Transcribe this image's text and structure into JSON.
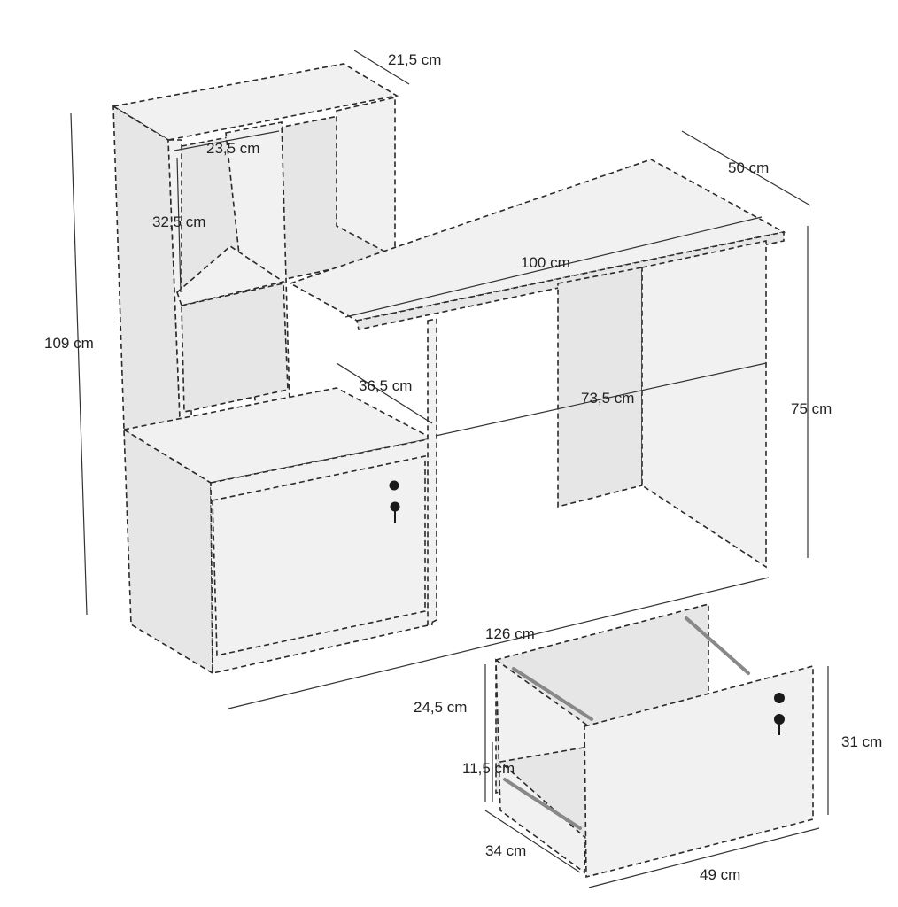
{
  "dimensions": {
    "shelf_depth": "21,5 cm",
    "cube_width": "23,5 cm",
    "cube_height": "32,5 cm",
    "total_height": "109 cm",
    "desk_depth": "50 cm",
    "desk_width": "100 cm",
    "cabinet_top_depth": "36,5 cm",
    "leg_span": "73,5 cm",
    "desk_height": "75 cm",
    "total_width": "126 cm",
    "drawer_inner_height": "24,5 cm",
    "drawer_low_height": "11,5 cm",
    "drawer_front_height": "31 cm",
    "drawer_depth": "34 cm",
    "drawer_width": "49 cm"
  },
  "colors": {
    "panel": "#f1f1f1",
    "line": "#2a2a2a",
    "lock": "#1a1a1a"
  }
}
